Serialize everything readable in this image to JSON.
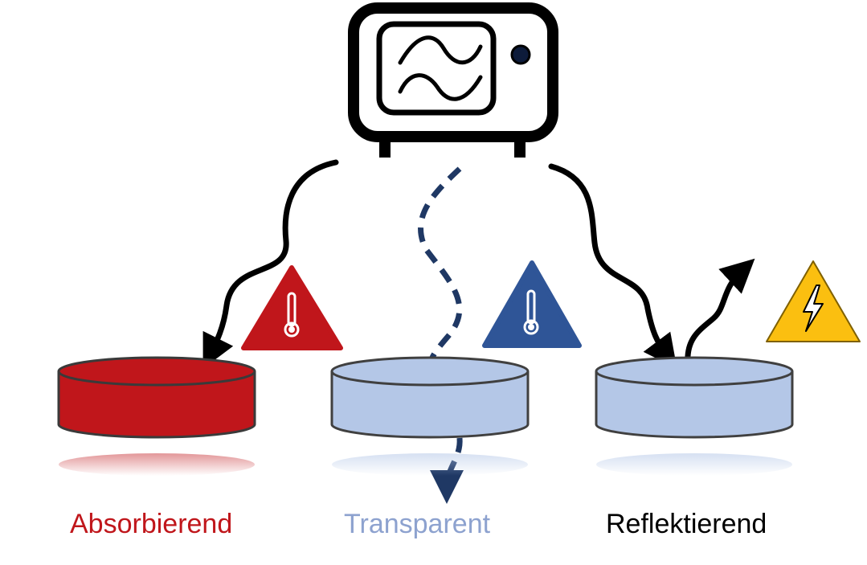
{
  "materials": [
    {
      "label": "Absorbierend",
      "label_color": "#c0161b",
      "disk_color": "#c0161b",
      "warning": "thermometer-icon",
      "warning_color": "#c0161b",
      "wave": "absorbed"
    },
    {
      "label": "Transparent",
      "label_color": "#8da2cf",
      "disk_color": "#b4c7e7",
      "warning": "thermometer-icon",
      "warning_color": "#2f5597",
      "wave": "transmitted"
    },
    {
      "label": "Reflektierend",
      "label_color": "#000000",
      "disk_color": "#b4c7e7",
      "warning": "lightning-icon",
      "warning_color": "#fbbf10",
      "wave": "reflected"
    }
  ],
  "source": {
    "icon": "microwave-oven-icon",
    "screen_icon": "sine-wave-icon"
  },
  "colors": {
    "outline": "#000000",
    "transparent_wave": "#1f3864",
    "disk_edge": "#404040"
  }
}
